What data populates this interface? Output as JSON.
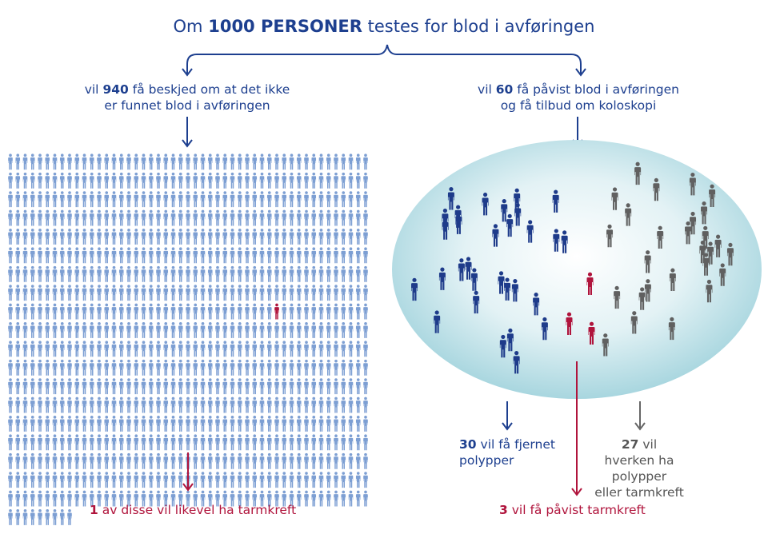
{
  "title": {
    "prefix": "Om",
    "number": "1000 PERSONER",
    "suffix": "testes for blod i avføringen"
  },
  "left_branch": {
    "number": "940",
    "line1_rest": "få beskjed om at det ikke",
    "prefix": "vil",
    "line2": "er funnet blod i avføringen"
  },
  "right_branch": {
    "prefix": "vil",
    "number": "60",
    "line1_rest": "få påvist blod i avføringen",
    "line2": "og få tilbud om koloskopi"
  },
  "outcomes": {
    "polyps": {
      "number": "30",
      "rest": "vil få fjernet",
      "line2": "polypper"
    },
    "neither": {
      "number": "27",
      "rest": "vil",
      "line2": "hverken ha polypper",
      "line3": "eller tarmkreft"
    },
    "cancer_positive": {
      "number": "3",
      "rest": "vil få påvist tarmkreft"
    },
    "cancer_negative": {
      "number": "1",
      "rest": "av disse vil likevel ha tarmkreft"
    }
  },
  "figure_counts": {
    "negative_group": 940,
    "negative_with_cancer": 1,
    "blue": 30,
    "grey": 27,
    "red": 3
  },
  "colors": {
    "navy": "#1d3f8f",
    "light_blue_figure": "#7d9fd3",
    "dark_blue_figure": "#1e3b8a",
    "grey_figure": "#606060",
    "red": "#b0143c",
    "ellipse_center": "#ffffff",
    "ellipse_edge": "#a8d6df"
  },
  "icons": [
    "person-icon",
    "curly-brace-icon",
    "down-arrow-icon"
  ]
}
